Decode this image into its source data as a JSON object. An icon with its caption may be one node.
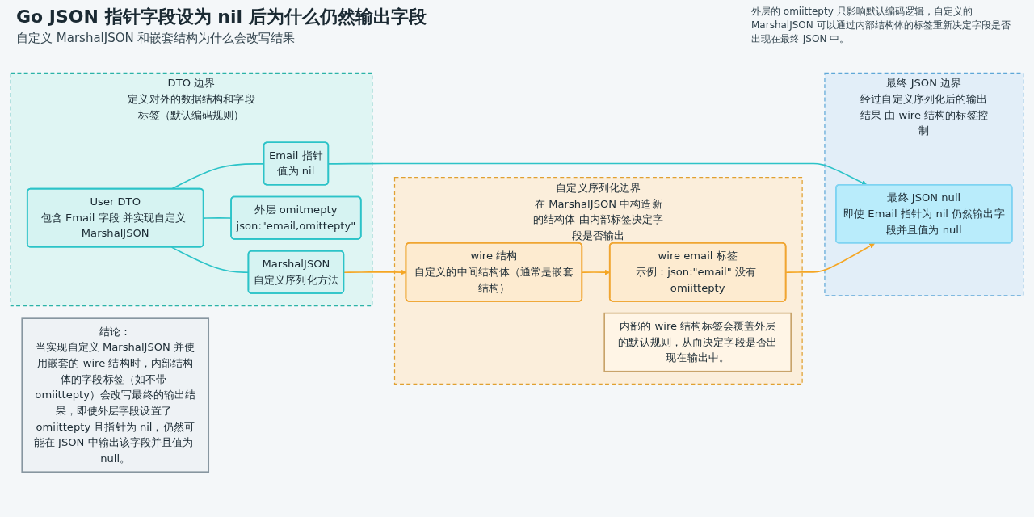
{
  "diagram": {
    "title": "Go JSON 指针字段设为 nil 后为什么仍然输出字段",
    "nodes": [
      {
        "text": [
          "DTO 边界",
          "定义对外的数据结构和字段标签（默认编码规则）"
        ]
      },
      {
        "text": [
          "User DTO",
          "包含 Email 字段 并实现自定义 MarshalJSON"
        ],
        "in": 0
      },
      {
        "text": [
          "Email 指针",
          "值为 nil"
        ],
        "in": 0
      },
      {
        "text": [
          "外层 omitmepty",
          "json:\"email,omittepty\""
        ],
        "in": 0
      },
      {
        "text": [
          "MarshalJSON",
          "自定义序列化方法"
        ],
        "in": 0
      },
      {
        "text": [
          "自定义序列化边界",
          "在 MarshalJSON 中构造新的结构体 由内部标签决定字段是否输出"
        ]
      },
      {
        "text": [
          "wire 结构",
          "自定义的中间结构体（通常是嵌套结构）"
        ],
        "in": 5
      },
      {
        "text": [
          "wire email 标签",
          "示例：json:\"email\" 没有 omiittepty"
        ],
        "in": 5
      },
      {
        "text": [
          "内部的 wire 结构标签会覆盖外层的默认规则，从而决定字段是否出现在输出中。"
        ],
        "in": 5
      },
      {
        "text": [
          "最终 JSON 边界",
          "经过自定义序列化后的输出结果 由 wire 结构的标签控制"
        ]
      },
      {
        "text": [
          "最终 JSON null",
          "即使 Email 指针为 nil 仍然输出字段并且值为 null"
        ],
        "in": 9
      },
      {
        "text": [
          "结论：",
          "当实现自定义 MarshalJSON 并使用嵌套的 wire 结构时，内部结构体的字段标签（如不带 omiittepty）会改写最终的输出结果，即使外层字段设置了 omiittepty 且指针为 nil，仍然可能在 JSON 中输出该字段并且值为 null。"
        ]
      }
    ],
    "edges": [
      {
        "from": 1,
        "to": 2,
        "arrow": "none"
      },
      {
        "from": 1,
        "to": 3,
        "arrow": "none"
      },
      {
        "from": 1,
        "to": 4,
        "arrow": "none"
      },
      {
        "from": 2,
        "to": 10,
        "arrow": "to"
      },
      {
        "from": 4,
        "to": 6,
        "arrow": "to",
        "color": "#f5a623"
      },
      {
        "from": 6,
        "to": 7,
        "arrow": "to",
        "color": "#f5a623"
      },
      {
        "from": 7,
        "to": 10,
        "arrow": "to",
        "color": "#f5a623"
      }
    ],
    "labels": [
      "自定义 MarshalJSON 和嵌套结构为什么会改写结果",
      "外层的 omiittepty 只影响默认编码逻辑，自定义的 MarshalJSON 可以通过内部结构体的标签重新决定字段是否出现在最终 JSON 中。"
    ]
  }
}
